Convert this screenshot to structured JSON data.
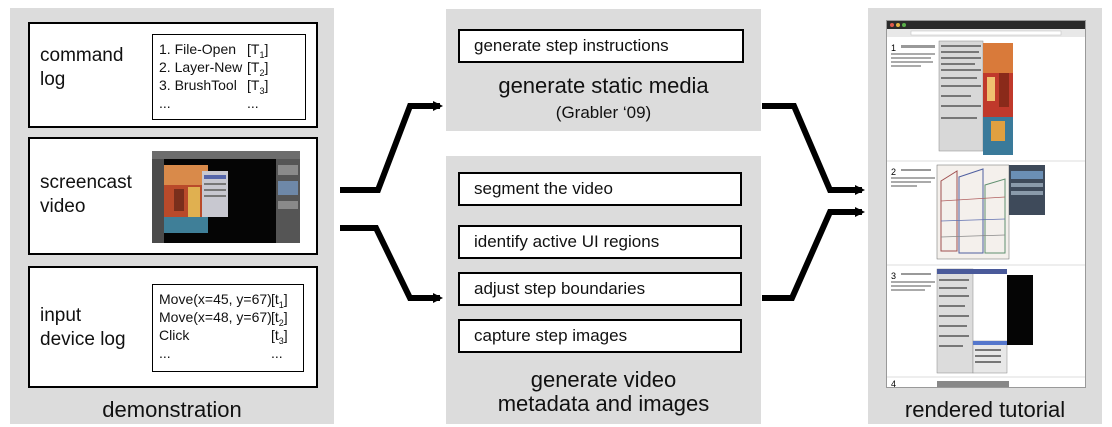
{
  "demonstration": {
    "caption": "demonstration",
    "command_log": {
      "label_line1": "command",
      "label_line2": "log",
      "rows": [
        {
          "cmd": "1. File-Open",
          "tag": "[T",
          "sub": "1",
          "close": "]"
        },
        {
          "cmd": "2. Layer-New",
          "tag": "[T",
          "sub": "2",
          "close": "]"
        },
        {
          "cmd": "3. BrushTool",
          "tag": "[T",
          "sub": "3",
          "close": "]"
        },
        {
          "cmd": "...",
          "tag": "...",
          "sub": "",
          "close": ""
        }
      ]
    },
    "screencast": {
      "label_line1": "screencast",
      "label_line2": "video"
    },
    "input_log": {
      "label_line1": "input",
      "label_line2": "device log",
      "rows": [
        {
          "cmd": "Move(x=45, y=67)",
          "tag": "[t",
          "sub": "1",
          "close": "]"
        },
        {
          "cmd": "Move(x=48, y=67)",
          "tag": "[t",
          "sub": "2",
          "close": "]"
        },
        {
          "cmd": "Click",
          "tag": "[t",
          "sub": "3",
          "close": "]"
        },
        {
          "cmd": "...",
          "tag": "...",
          "sub": "",
          "close": ""
        }
      ]
    }
  },
  "static_media": {
    "step": "generate step instructions",
    "caption": "generate static media",
    "citation": "(Grabler ‘09)"
  },
  "video_metadata": {
    "steps": [
      "segment the video",
      "identify active UI regions",
      "adjust step boundaries",
      "capture step images"
    ],
    "caption_line1": "generate video",
    "caption_line2": "metadata and images"
  },
  "tutorial": {
    "caption": "rendered tutorial",
    "step_numbers": [
      "1",
      "2",
      "3",
      "4"
    ]
  },
  "colors": {
    "panel": "#dcdcdc",
    "border": "#000000",
    "arrow": "#000000"
  }
}
